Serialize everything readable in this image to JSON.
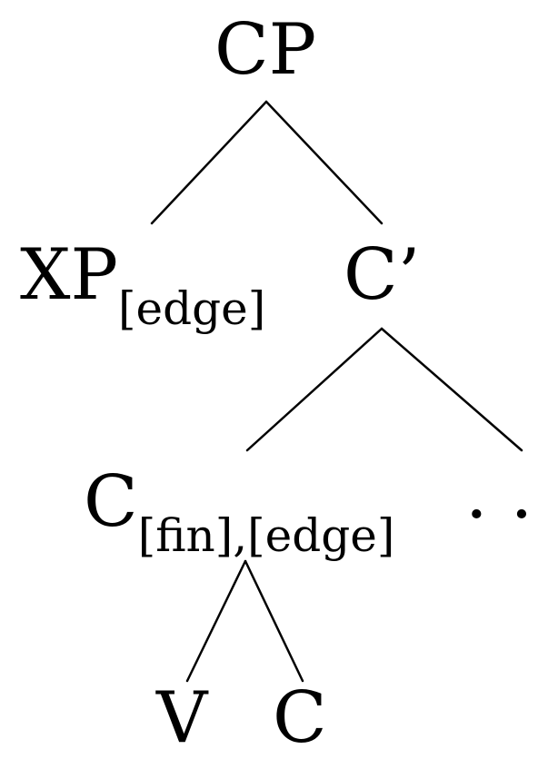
{
  "tree": {
    "root": {
      "label": "CP"
    },
    "spec": {
      "label": "XP",
      "subscript": "[edge]"
    },
    "cbar": {
      "label": "C’"
    },
    "c_head": {
      "label": "C",
      "subscript": "[fin],[edge]"
    },
    "ellipsis": {
      "label": "· · ·"
    },
    "v": {
      "label": "V"
    },
    "c": {
      "label": "C"
    }
  }
}
